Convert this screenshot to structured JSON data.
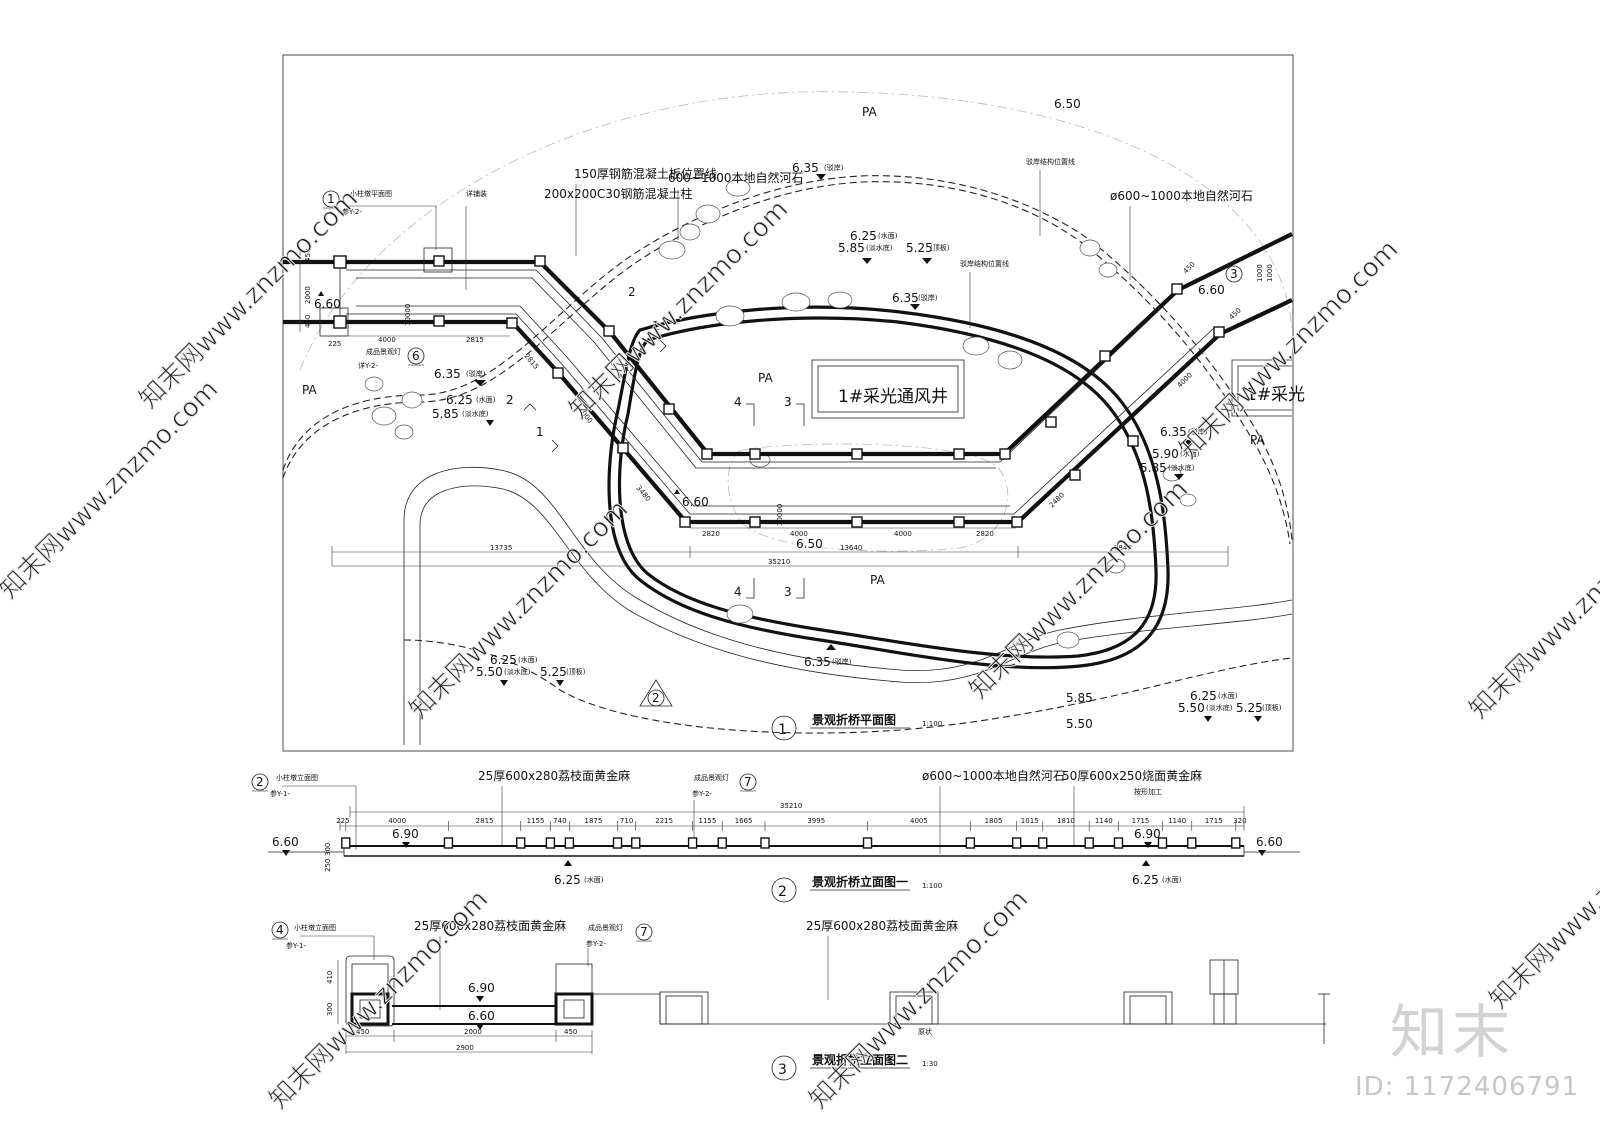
{
  "plan": {
    "title": "景观折桥平面图",
    "scale": "1:100",
    "number": "1",
    "callouts": {
      "post_plan": "小柱墩平面图",
      "post_plan_ref": "参Y-2-",
      "paving": "详铺装",
      "slab": "150厚钢筋混凝土板位置线",
      "column": "200x200C30钢筋混凝土柱",
      "rocks_top": "600~1000本地自然河石",
      "rocks_right": "ø600~1000本地自然河石",
      "bank_line_1": "驳岸结构位置线",
      "bank_line_2": "驳岸结构位置线",
      "lamp": "成品景观灯",
      "lamp_ref": "详Y-2-"
    },
    "labels": {
      "pa": "PA",
      "shaft": "1#采光通风井",
      "shaft_cut": "1#采光"
    },
    "levels": {
      "bank_635": "6.35",
      "bank_tag": "(驳岸)",
      "water_625": "6.25",
      "water_tag": "(水面)",
      "bed_585": "5.85",
      "bed_550": "5.50",
      "bed_590": "5.90",
      "bed_tag": "(淡水底)",
      "top_525": "5.25",
      "top_tag": "(顶板)",
      "deck_660": "6.60",
      "contour_650": "6.50",
      "contour_585": "5.85",
      "contour_550": "5.50"
    },
    "dims": {
      "d450": "450",
      "d2000": "2000",
      "d225": "225",
      "d4000": "4000",
      "d2815": "2815",
      "d2815b": "2815",
      "d2820": "2820",
      "d3480": "3480",
      "d2480": "2480",
      "d1000": "1000",
      "d10000": "10000",
      "d13735": "13735",
      "d13640": "13640",
      "d7840": "7840",
      "d35210": "35210"
    },
    "markers": {
      "m1": "1",
      "m2": "2",
      "m3": "3",
      "m4": "4",
      "m6": "6",
      "m2b": "2"
    }
  },
  "elevation1": {
    "title": "景观折桥立面图一",
    "scale": "1:100",
    "number": "2",
    "callouts": {
      "post_elev": "小柱墩立面图",
      "post_elev_ref": "参Y-1-",
      "stone": "25厚600x280荔枝面黄金麻",
      "lamp": "成品景观灯",
      "lamp_ref": "参Y-2-",
      "rocks": "ø600~1000本地自然河石",
      "edge": "50厚600x250烧面黄金麻",
      "edge_note": "按形加工"
    },
    "total": "35210",
    "segments": [
      "225",
      "4000",
      "2815",
      "1155",
      "740",
      "1875",
      "710",
      "2215",
      "1155",
      "1665",
      "3995",
      "4005",
      "1805",
      "1015",
      "1810",
      "1140",
      "1715",
      "1140",
      "1715",
      "320"
    ],
    "levels": {
      "ground_l": "6.60",
      "deck_l": "6.90",
      "water_l": "6.25",
      "water_tag": "(水面)",
      "ground_r": "6.60",
      "deck_r": "6.90",
      "water_r": "6.25",
      "d300": "300",
      "d250": "250"
    },
    "markers": {
      "m2": "2",
      "m7": "7"
    }
  },
  "elevation2": {
    "title": "景观折桥立面图二",
    "scale": "1:30",
    "number": "3",
    "callouts": {
      "post_elev": "小柱墩立面图",
      "post_elev_ref": "参Y-1-",
      "stone_a": "25厚600x280荔枝面黄金麻",
      "lamp": "成品景观灯",
      "lamp_ref": "参Y-2-",
      "stone_b": "25厚600x280荔枝面黄金麻",
      "ground_note": "原状"
    },
    "levels": {
      "deck": "6.90",
      "ground": "6.60",
      "d410": "410",
      "d300": "300"
    },
    "dims": {
      "d450a": "450",
      "d2000": "2000",
      "d450b": "450",
      "d2900": "2900"
    },
    "markers": {
      "m4": "4",
      "m7": "7"
    }
  },
  "watermark": {
    "logo": "知末",
    "id": "ID: 1172406791",
    "diagonal": "znzmo.com",
    "diagonal_cn": "知末网www.znzmo.com"
  }
}
